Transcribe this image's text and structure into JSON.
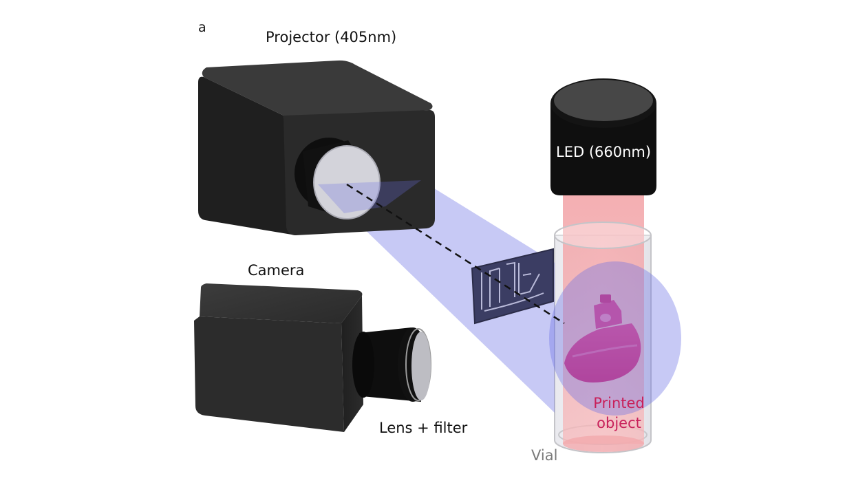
{
  "figure": {
    "panel_label": "a",
    "labels": {
      "projector": "Projector (405nm)",
      "led": "LED (660nm)",
      "camera": "Camera",
      "lens_filter": "Lens + filter",
      "printed_object": "Printed object",
      "vial": "Vial"
    },
    "colors": {
      "device_body": "#262626",
      "lens_face": "#cfcfd6",
      "blue_light": "#7b7fe8",
      "red_light": "#f4a3a6",
      "printed_object": "#e0307a",
      "printed_label": "#c8205a"
    }
  }
}
